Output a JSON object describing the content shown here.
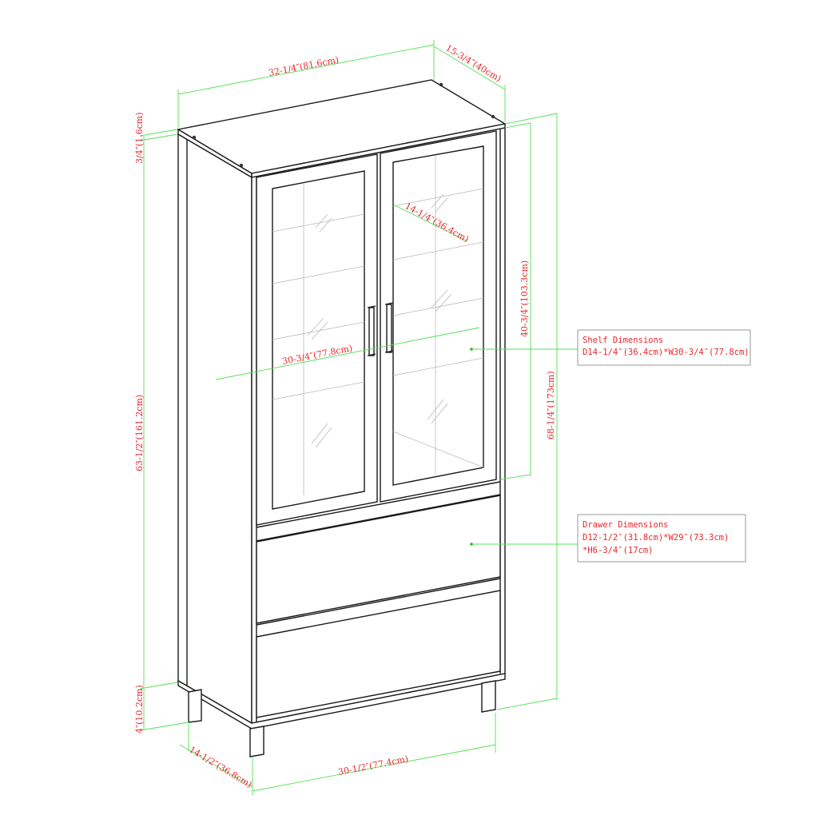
{
  "diagram": {
    "subject": "Tall glass-door cabinet with two drawers",
    "colors": {
      "dimension_text": "#e8262a",
      "dimension_line": "#55e055",
      "outline": "#1a1a1a"
    },
    "dimensions": {
      "overall_width": "32-1/4″(81.6cm)",
      "overall_depth": "15-3/4″(40cm)",
      "top_thickness": "3/4″(1.6cm)",
      "body_height": "63-1/2″(161.2cm)",
      "door_height": "40-3/4″(103.3cm)",
      "overall_height": "68-1/4″(173cm)",
      "shelf_depth": "14-1/4″(36.4cm)",
      "shelf_width": "30-3/4″(77.8cm)",
      "leg_height": "4″(10.2cm)",
      "base_depth": "14-1/2″(36.8cm)",
      "base_width": "30-1/2″(77.4cm)"
    },
    "callouts": {
      "shelf": {
        "title": "Shelf Dimensions",
        "line1": "D14-1/4″(36.4cm)*W30-3/4″(77.8cm)"
      },
      "drawer": {
        "title": "Drawer Dimensions",
        "line1": "D12-1/2″(31.8cm)*W29″(73.3cm)",
        "line2": "*H6-3/4″(17cm)"
      }
    }
  }
}
